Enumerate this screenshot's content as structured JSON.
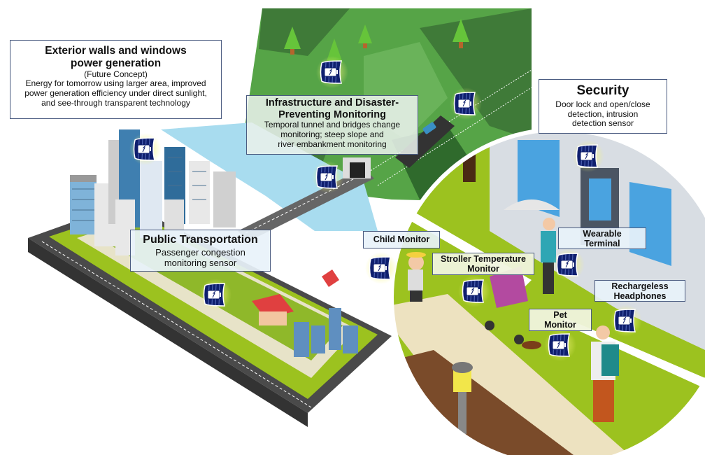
{
  "colors": {
    "box_border": "#4a5b80",
    "sensor_navy": "#0f1f6e",
    "glow": "#f4f47a",
    "forest_light": "#56a447",
    "forest_dark": "#3f7a38",
    "grass": "#9cc21f",
    "river": "#a8dcef",
    "road": "#4a4a4a"
  },
  "callouts": {
    "exterior": {
      "title_line1": "Exterior walls and windows",
      "title_line2": "power generation",
      "subtitle": "(Future Concept)",
      "desc_line1": "Energy for tomorrow using larger area, improved",
      "desc_line2": "power generation efficiency under direct sunlight,",
      "desc_line3": "and see-through transparent technology"
    },
    "infrastructure": {
      "title_line1": "Infrastructure and Disaster-",
      "title_line2": "Preventing Monitoring",
      "desc_line1": "Temporal tunnel and bridges change",
      "desc_line2": "monitoring; steep slope and",
      "desc_line3": "river embankment monitoring"
    },
    "security": {
      "title": "Security",
      "desc_line1": "Door lock and open/close",
      "desc_line2": "detection, intrusion",
      "desc_line3": "detection sensor"
    },
    "transport": {
      "title": "Public Transportation",
      "desc_line1": "Passenger congestion",
      "desc_line2": "monitoring sensor"
    },
    "child": {
      "title": "Child Monitor"
    },
    "stroller": {
      "title_line1": "Stroller Temperature",
      "title_line2": "Monitor"
    },
    "wearable": {
      "title_line1": "Wearable",
      "title_line2": "Terminal"
    },
    "headphones": {
      "title_line1": "Rechargeless",
      "title_line2": "Headphones"
    },
    "pet": {
      "title_line1": "Pet",
      "title_line2": "Monitor"
    }
  },
  "sensors": [
    {
      "name": "building-sensor"
    },
    {
      "name": "forest-sensor"
    },
    {
      "name": "tunnel-sensor"
    },
    {
      "name": "bridge-sensor"
    },
    {
      "name": "transport-sensor"
    },
    {
      "name": "security-sensor"
    },
    {
      "name": "child-sensor"
    },
    {
      "name": "stroller-sensor"
    },
    {
      "name": "wearable-sensor"
    },
    {
      "name": "pet-sensor"
    },
    {
      "name": "headphones-sensor"
    }
  ]
}
